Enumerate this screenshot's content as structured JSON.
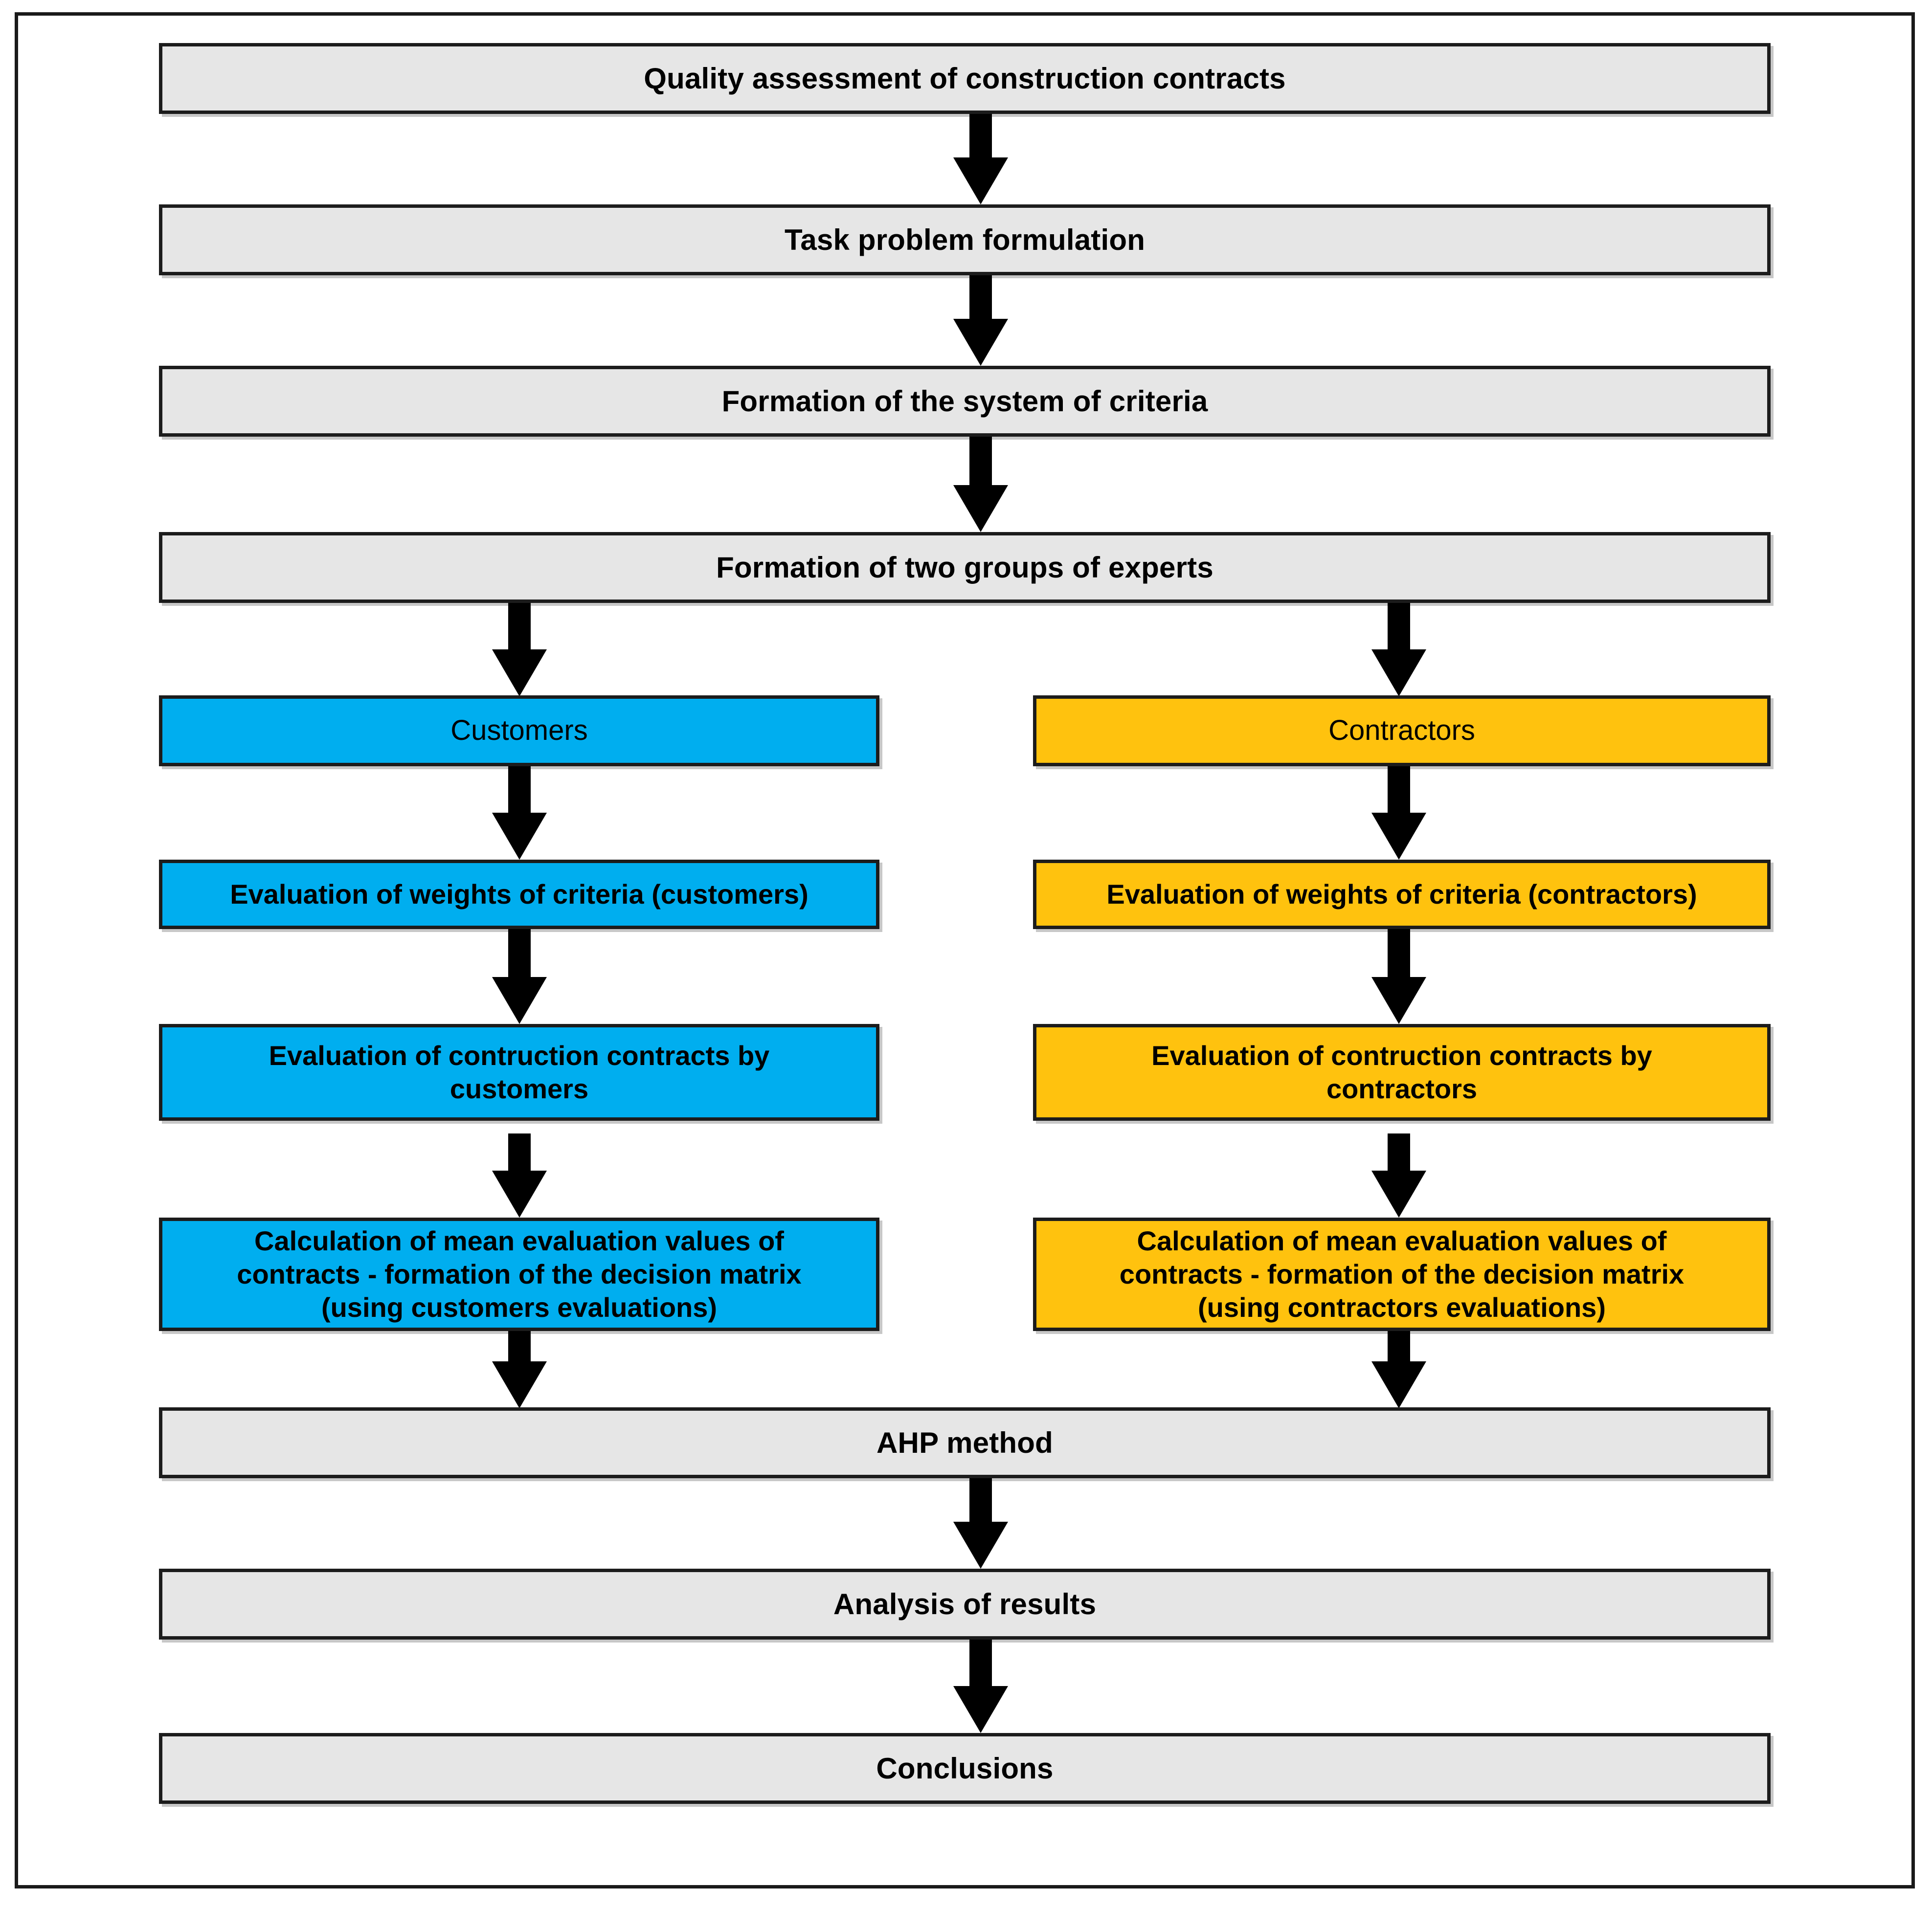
{
  "diagram": {
    "title": "Quality assessment of construction contracts methodology flowchart",
    "colors": {
      "gray_fill": "#e6e6e6",
      "blue_fill": "#00AEEF",
      "orange_fill": "#FFC20E",
      "border": "#1c1c1c",
      "arrow": "#000000",
      "text": "#000000",
      "page_background": "#ffffff"
    },
    "nodes": [
      {
        "id": "quality-assessment",
        "label": "Quality assessment of construction contracts",
        "style": "gray",
        "column": "full"
      },
      {
        "id": "task-problem",
        "label": "Task problem formulation",
        "style": "gray",
        "column": "full"
      },
      {
        "id": "system-of-criteria",
        "label": "Formation of the system of criteria",
        "style": "gray",
        "column": "full"
      },
      {
        "id": "two-groups-of-experts",
        "label": "Formation of two groups of experts",
        "style": "gray",
        "column": "full"
      },
      {
        "id": "customers",
        "label": "Customers",
        "style": "blue",
        "column": "left"
      },
      {
        "id": "contractors",
        "label": "Contractors",
        "style": "orange",
        "column": "right"
      },
      {
        "id": "weights-customers",
        "label": "Evaluation of weights of criteria (customers)",
        "style": "blue",
        "column": "left"
      },
      {
        "id": "weights-contractors",
        "label": "Evaluation of weights of criteria (contractors)",
        "style": "orange",
        "column": "right"
      },
      {
        "id": "eval-contracts-customers",
        "label": "Evaluation of contruction contracts by\ncustomers",
        "style": "blue",
        "column": "left"
      },
      {
        "id": "eval-contracts-contractors",
        "label": "Evaluation of contruction contracts by\ncontractors",
        "style": "orange",
        "column": "right"
      },
      {
        "id": "calc-mean-customers",
        "label": "Calculation of mean evaluation values of\ncontracts - formation of the decision matrix\n(using customers evaluations)",
        "style": "blue",
        "column": "left"
      },
      {
        "id": "calc-mean-contractors",
        "label": "Calculation of mean evaluation values of\ncontracts - formation of the decision matrix\n(using contractors evaluations)",
        "style": "orange",
        "column": "right"
      },
      {
        "id": "ahp-method",
        "label": "AHP method",
        "style": "gray",
        "column": "full"
      },
      {
        "id": "analysis-of-results",
        "label": "Analysis of results",
        "style": "gray",
        "column": "full"
      },
      {
        "id": "conclusions",
        "label": "Conclusions",
        "style": "gray",
        "column": "full"
      }
    ],
    "connectors": [
      {
        "id": "quality-to-task",
        "from": "quality-assessment",
        "to": "task-problem"
      },
      {
        "id": "task-to-criteria",
        "from": "task-problem",
        "to": "system-of-criteria"
      },
      {
        "id": "criteria-to-experts",
        "from": "system-of-criteria",
        "to": "two-groups-of-experts"
      },
      {
        "id": "experts-to-customers",
        "from": "two-groups-of-experts",
        "to": "customers"
      },
      {
        "id": "experts-to-contractors",
        "from": "two-groups-of-experts",
        "to": "contractors"
      },
      {
        "id": "customers-to-weights",
        "from": "customers",
        "to": "weights-customers"
      },
      {
        "id": "contractors-to-weights",
        "from": "contractors",
        "to": "weights-contractors"
      },
      {
        "id": "weights-to-eval-customers",
        "from": "weights-customers",
        "to": "eval-contracts-customers"
      },
      {
        "id": "weights-to-eval-contractors",
        "from": "weights-contractors",
        "to": "eval-contracts-contractors"
      },
      {
        "id": "eval-to-calc-customers",
        "from": "eval-contracts-customers",
        "to": "calc-mean-customers"
      },
      {
        "id": "eval-to-calc-contractors",
        "from": "eval-contracts-contractors",
        "to": "calc-mean-contractors"
      },
      {
        "id": "calc-customers-to-ahp",
        "from": "calc-mean-customers",
        "to": "ahp-method"
      },
      {
        "id": "calc-contractors-to-ahp",
        "from": "calc-mean-contractors",
        "to": "ahp-method"
      },
      {
        "id": "ahp-to-analysis",
        "from": "ahp-method",
        "to": "analysis-of-results"
      },
      {
        "id": "analysis-to-conclusions",
        "from": "analysis-of-results",
        "to": "conclusions"
      }
    ]
  }
}
